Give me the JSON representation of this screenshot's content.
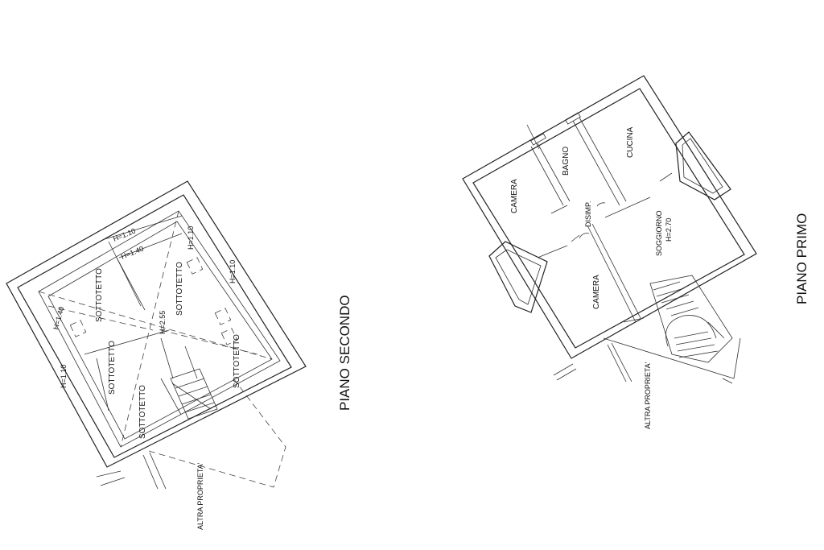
{
  "floors": {
    "second": {
      "title": "PIANO SECONDO",
      "rooms": [
        "SOTTOTETTO",
        "SOTTOTETTO",
        "SOTTOTETTO",
        "SOTTOTETTO",
        "SOTTOTETTO"
      ],
      "heights": [
        "H=1.10",
        "H=1.40",
        "H=1.10",
        "H=1.10",
        "H=1.40",
        "H=2.55",
        "H=1.10"
      ],
      "neighbor": "ALTRA PROPRIETA'"
    },
    "first": {
      "title": "PIANO PRIMO",
      "rooms": {
        "camera_1": "CAMERA",
        "bagno": "BAGNO",
        "cucina": "CUCINA",
        "disimp": "DISIMP.",
        "soggiorno": "SOGGIORNO",
        "soggiorno_height": "H=2.70",
        "camera_2": "CAMERA"
      },
      "neighbor": "ALTRA PROPRIETA'"
    }
  }
}
